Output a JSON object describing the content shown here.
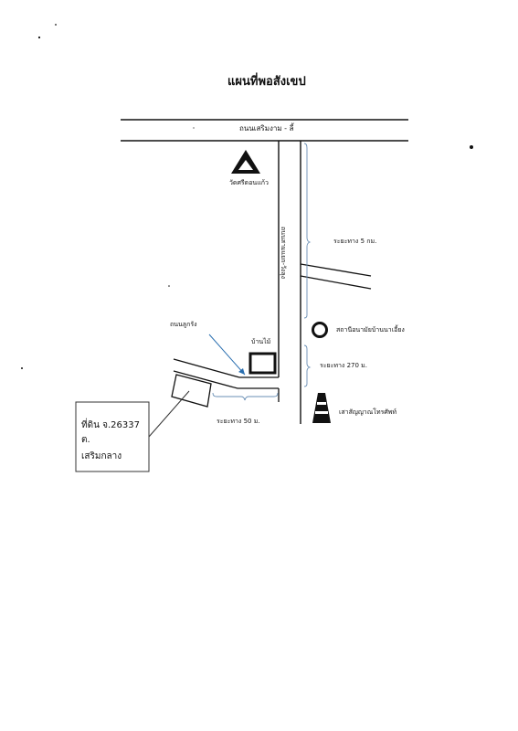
{
  "title": "แผนที่พอสังเขป",
  "roads": {
    "main": "ถนนเสริมงาม - ลี้",
    "side": "ถนนสามแยก-วังลุง",
    "lane": "ถนนลูกรัง"
  },
  "places": {
    "temple": "วัดศรีดอนแก้ว",
    "house": "บ้านไม้",
    "health": "สถานีอนามัยบ้านนาเอี้ยง",
    "tower": "เสาสัญญาณโทรศัพท์"
  },
  "distances": {
    "d5km": "ระยะทาง 5 กม.",
    "d270": "ระยะทาง 270 ม.",
    "d50": "ระยะทาง 50 ม."
  },
  "parcel": {
    "line1": "ที่ดิน จ.26337 ต.",
    "line2": "เสริมกลาง"
  },
  "colors": {
    "ink": "#111111",
    "arrow": "#2a6fb0"
  },
  "icons": {
    "temple": "triangle-icon",
    "health": "circle-icon",
    "tower": "tower-icon",
    "house": "square-icon"
  }
}
